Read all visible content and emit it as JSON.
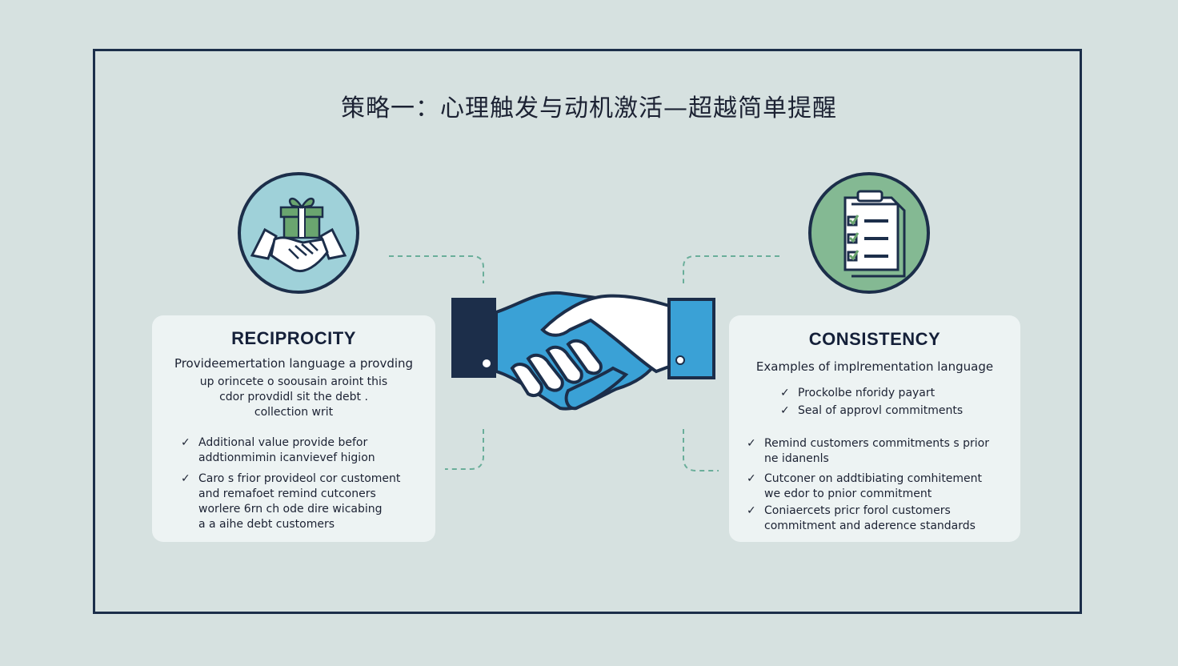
{
  "title": "策略一：心理触发与动机激活—超越简单提醒",
  "reciprocity": {
    "title": "RECIPROCITY",
    "subtitle": "Provideemertation language a provding",
    "desc_lines": [
      "up orincete o soousain aroint this",
      "cdor provdidl sit the debt .",
      "collection writ"
    ],
    "checks": [
      {
        "lines": [
          "Additional value provide befor",
          "addtionmimin icanvievef higion"
        ]
      },
      {
        "lines": [
          "Caro s frior provideol cor customent",
          "and remafoet remind cutconers",
          "worlere 6rn ch ode dire wicabing",
          "a a aihe debt customers"
        ]
      }
    ],
    "icon": "gift-handshake-icon",
    "circle_color": "#9fd1d9"
  },
  "consistency": {
    "title": "CONSISTENCY",
    "subtitle": "Examples of implrementation language",
    "top_checks": [
      {
        "lines": [
          "Prockolbe nforidy payart"
        ]
      },
      {
        "lines": [
          "Seal of approvl commitments"
        ]
      }
    ],
    "checks": [
      {
        "lines": [
          "Remind customers commitments s prior",
          "ne idanenls"
        ]
      },
      {
        "lines": [
          "Cutconer on addtibiating comhitement",
          "we edor to pnior commitment"
        ]
      },
      {
        "lines": [
          "Coniaercets pricr forol customers",
          "commitment and aderence standards"
        ]
      }
    ],
    "icon": "clipboard-checklist-icon",
    "circle_color": "#84b993"
  },
  "center_icon": "handshake-icon",
  "colors": {
    "background": "#d6e1e0",
    "navy": "#1c2e4a",
    "blue": "#3aa1d6",
    "card": "#edf3f3",
    "dash": "#6aae9a"
  }
}
